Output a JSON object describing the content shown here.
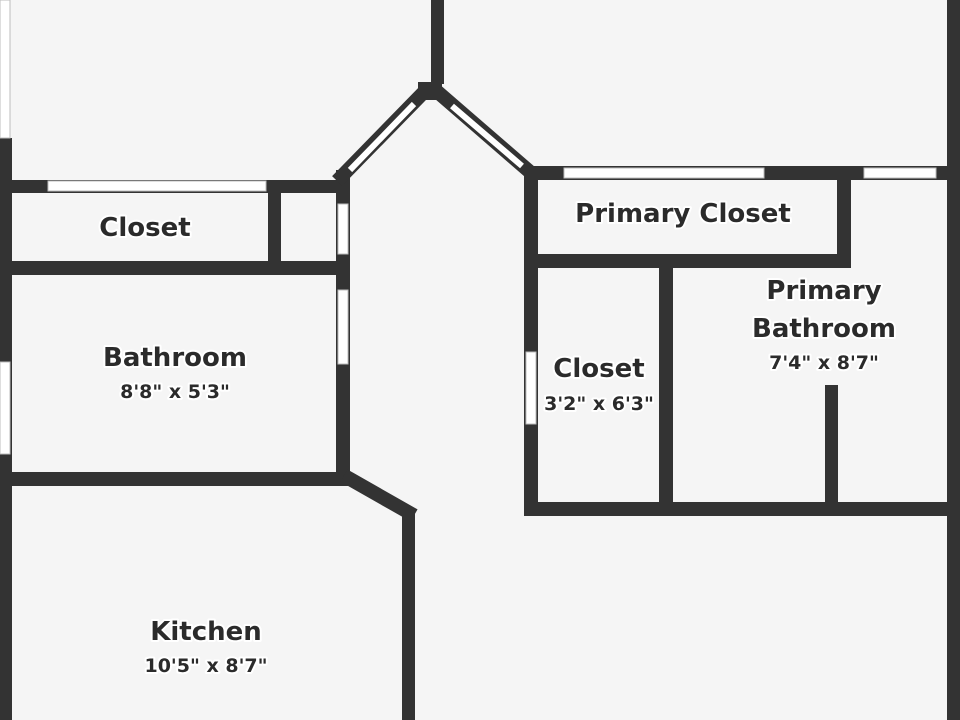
{
  "rooms": {
    "closet_left": {
      "name": "Closet"
    },
    "bathroom": {
      "name": "Bathroom",
      "dims": "8'8\" x 5'3\""
    },
    "kitchen": {
      "name": "Kitchen",
      "dims": "10'5\" x 8'7\""
    },
    "primary_closet": {
      "name": "Primary Closet"
    },
    "closet_right": {
      "name": "Closet",
      "dims": "3'2\" x 6'3\""
    },
    "primary_bathroom": {
      "name_line1": "Primary",
      "name_line2": "Bathroom",
      "dims": "7'4\" x 8'7\""
    }
  },
  "colors": {
    "wall": "#333333",
    "floor": "#f5f5f5",
    "window": "#ffffff",
    "text": "#2b2b2b"
  }
}
